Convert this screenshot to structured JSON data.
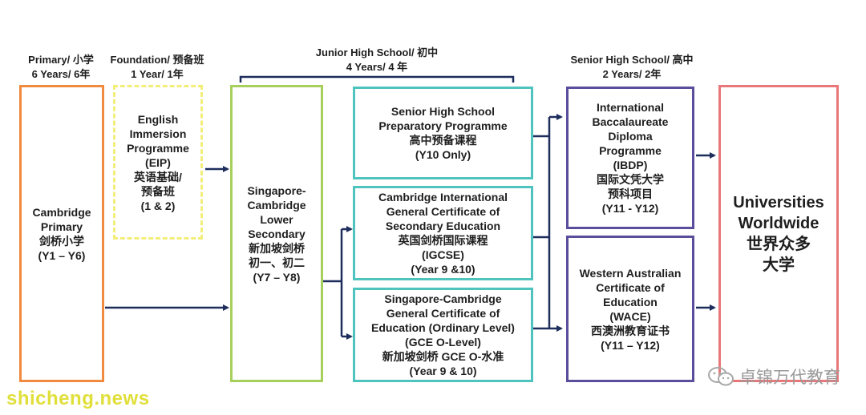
{
  "headers": {
    "primary": {
      "line1": "Primary/ 小学",
      "line2": "6 Years/ 6年"
    },
    "foundation": {
      "line1": "Foundation/ 预备班",
      "line2": "1 Year/ 1年"
    },
    "junior": {
      "line1": "Junior High School/ 初中",
      "line2": "4 Years/ 4 年"
    },
    "senior": {
      "line1": "Senior High School/ 高中",
      "line2": "2 Years/ 2年"
    }
  },
  "boxes": {
    "cambridge_primary": [
      "Cambridge",
      "Primary",
      "剑桥小学",
      "(Y1 – Y6)"
    ],
    "eip": [
      "English",
      "Immersion",
      "Programme",
      "(EIP)",
      "英语基础/",
      "预备班",
      "(1 & 2)"
    ],
    "lower_secondary": [
      "Singapore-",
      "Cambridge",
      "Lower",
      "Secondary",
      "新加坡剑桥",
      "初一、初二",
      "(Y7 – Y8)"
    ],
    "preparatory": [
      "Senior High School",
      "Preparatory Programme",
      "高中预备课程",
      "(Y10 Only)"
    ],
    "igcse": [
      "Cambridge International",
      "General Certificate of",
      "Secondary Education",
      "英国剑桥国际课程",
      "(IGCSE)",
      "(Year 9 &10)"
    ],
    "gce": [
      "Singapore-Cambridge",
      "General Certificate of",
      "Education (Ordinary Level)",
      "(GCE O-Level)",
      "新加坡剑桥 GCE O-水准",
      "(Year 9 & 10)"
    ],
    "ibdp": [
      "International",
      "Baccalaureate",
      "Diploma",
      "Programme",
      "(IBDP)",
      "国际文凭大学",
      "预科项目",
      "(Y11 - Y12)"
    ],
    "wace": [
      "Western Australian",
      "Certificate of",
      "Education",
      "(WACE)",
      "西澳洲教育证书",
      "(Y11 – Y12)"
    ],
    "universities": [
      "Universities",
      "Worldwide",
      "世界众多",
      "大学"
    ]
  },
  "colors": {
    "primary_border": "#f08a3e",
    "eip_border": "#f3ee7a",
    "lower_border": "#a7cf5c",
    "junior_border": "#4fc3bd",
    "senior_border": "#5a4e9c",
    "uni_border": "#e9777a",
    "arrow": "#1d2d5c"
  },
  "watermark": "shicheng.news",
  "wechat_label": "卓锦万代教育"
}
